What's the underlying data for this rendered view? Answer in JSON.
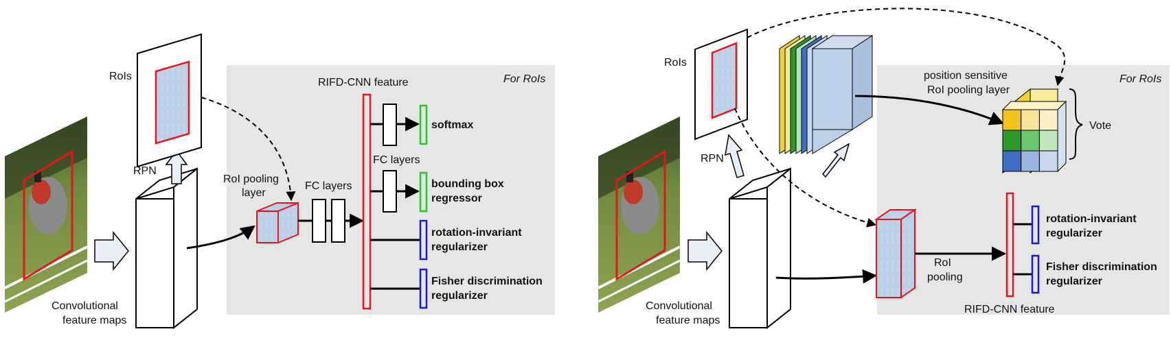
{
  "left_panel": {
    "rois_label": "RoIs",
    "rpn_label": "RPN",
    "conv_label_line1": "Convolutional",
    "conv_label_line2": "feature maps",
    "roi_pool_line1": "RoI pooling",
    "roi_pool_line2": "layer",
    "fc_layers_a": "FC layers",
    "fc_layers_b": "FC layers",
    "rifd_feature": "RIFD-CNN feature",
    "for_rois": "For RoIs",
    "softmax": "softmax",
    "bbox_line1": "bounding box",
    "bbox_line2": "regressor",
    "rot_line1": "rotation-invariant",
    "rot_line2": "regularizer",
    "fisher_line1": "Fisher discrimination",
    "fisher_line2": "regularizer"
  },
  "right_panel": {
    "rois_label": "RoIs",
    "rpn_label": "RPN",
    "conv_label_line1": "Convolutional",
    "conv_label_line2": "feature maps",
    "pos_sens_line1": "position sensitive",
    "pos_sens_line2": "RoI pooling layer",
    "for_rois": "For RoIs",
    "vote": "Vote",
    "roi_pool_line1": "RoI",
    "roi_pool_line2": "pooling",
    "rot_line1": "rotation-invariant",
    "rot_line2": "regularizer",
    "fisher_line1": "Fisher discrimination",
    "fisher_line2": "regularizer",
    "rifd_feature": "RIFD-CNN feature"
  },
  "colors": {
    "panel_bg": "#e6e6e6",
    "red": "#e8141c",
    "green": "#22cc22",
    "blue": "#1a1ad6",
    "roi_fill": "#bcd0e8",
    "arrow_fill": "#e8eef6"
  },
  "icons": [
    "horse-rider-photo",
    "hollow-arrow-icon"
  ]
}
